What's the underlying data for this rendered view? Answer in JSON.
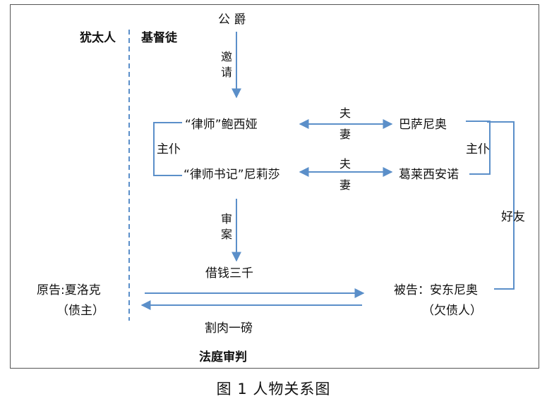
{
  "figure_caption": "图 1  人物关系图",
  "groups": {
    "jew": "犹太人",
    "christian": "基督徒",
    "court": "法庭审判"
  },
  "nodes": {
    "duke": "公 爵",
    "portia": "“律师”鲍西娅",
    "nerissa": "“律师书记”尼莉莎",
    "bassanio": "巴萨尼奥",
    "gratiano": "葛莱西安诺",
    "loan": "借钱三千",
    "shylock": "原告:夏洛克",
    "shylock_role": "（债主）",
    "antonio": "被告：安东尼奥",
    "antonio_role": "（欠债人）"
  },
  "edges": {
    "invite": "邀请",
    "spouse1": "夫妻",
    "spouse2": "夫妻",
    "servant_left": "主仆",
    "servant_right": "主仆",
    "friend": "好友",
    "trial": "审案",
    "pound_of_flesh": "割肉一磅"
  },
  "colors": {
    "arrow": "#5b8fc9",
    "divider": "#5b8fc9",
    "border": "#555555"
  }
}
